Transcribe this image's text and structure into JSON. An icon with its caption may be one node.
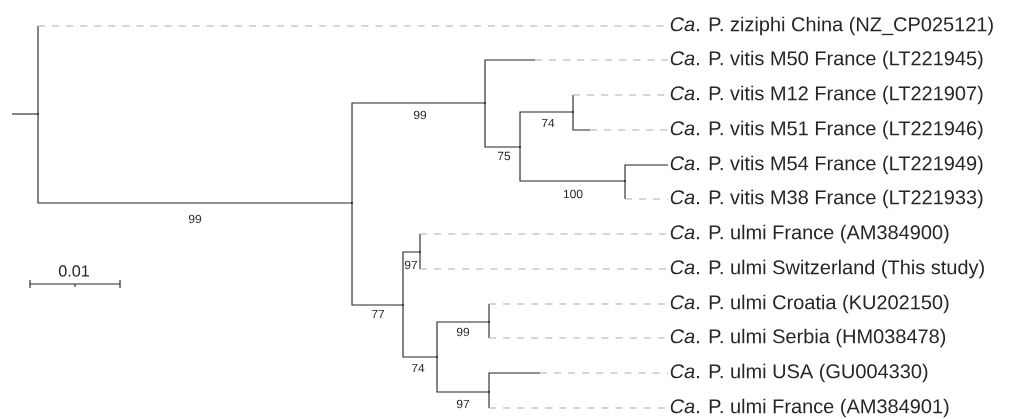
{
  "diagram": {
    "nodes": [
      {
        "text": [
          "*Ca*. P. ziziphi China (NZ_CP025121)"
        ]
      },
      {
        "text": [
          "*Ca*. P. vitis M50 France (LT221945)"
        ]
      },
      {
        "text": [
          "*Ca*. P. vitis M12 France (LT221907)"
        ]
      },
      {
        "text": [
          "*Ca*. P. vitis M51 France (LT221946)"
        ]
      },
      {
        "text": [
          "*Ca*. P. vitis M54 France (LT221949)"
        ]
      },
      {
        "text": [
          "*Ca*. P. vitis M38 France (LT221933)"
        ]
      },
      {
        "text": [
          "*Ca*. P. ulmi France (AM384900)"
        ]
      },
      {
        "text": [
          "*Ca*. P. ulmi Switzerland (This study)"
        ]
      },
      {
        "text": [
          "*Ca*. P. ulmi Croatia (KU202150)"
        ]
      },
      {
        "text": [
          "*Ca*. P. ulmi Serbia (HM038478)"
        ]
      },
      {
        "text": [
          "*Ca*. P. ulmi USA (GU004330)"
        ]
      },
      {
        "text": [
          "*Ca*. P. ulmi France (AM384901)"
        ]
      },
      {
        "text": [],
        "shape": "point"
      },
      {
        "text": [],
        "shape": "point"
      },
      {
        "text": [],
        "shape": "point"
      },
      {
        "text": [],
        "shape": "point",
        "beside": [
          "75"
        ]
      },
      {
        "text": [],
        "shape": "point",
        "beside": [
          "74"
        ]
      },
      {
        "text": [],
        "shape": "point",
        "beside": [
          "100"
        ]
      },
      {
        "text": [],
        "shape": "point",
        "beside": [
          "77"
        ]
      },
      {
        "text": [],
        "shape": "point",
        "beside": [
          "97"
        ]
      },
      {
        "text": [],
        "shape": "point",
        "beside": [
          "74"
        ]
      },
      {
        "text": [],
        "shape": "point",
        "beside": [
          "99"
        ]
      },
      {
        "text": [],
        "shape": "point",
        "beside": [
          "97"
        ]
      }
    ],
    "edges": [
      {
        "from": null,
        "to": 12,
        "arrow": "none"
      },
      {
        "from": 12,
        "to": 0,
        "arrow": "none",
        "style": "dashed",
        "color": "#aaaaaa"
      },
      {
        "from": 12,
        "to": 13,
        "arrow": "none"
      },
      {
        "from": 13,
        "to": 14,
        "arrow": "none"
      },
      {
        "from": 13,
        "to": 18,
        "arrow": "none"
      },
      {
        "from": 14,
        "to": 1,
        "arrow": "none",
        "style": "dashed",
        "color": "#aaaaaa"
      },
      {
        "from": 14,
        "to": 15,
        "arrow": "none"
      },
      {
        "from": 15,
        "to": 16,
        "arrow": "none"
      },
      {
        "from": 15,
        "to": 17,
        "arrow": "none"
      },
      {
        "from": 16,
        "to": 2,
        "arrow": "none",
        "style": "dashed",
        "color": "#aaaaaa"
      },
      {
        "from": 16,
        "to": 3,
        "arrow": "none",
        "style": "dashed",
        "color": "#aaaaaa"
      },
      {
        "from": 17,
        "to": 4,
        "arrow": "none"
      },
      {
        "from": 17,
        "to": 5,
        "arrow": "none",
        "style": "dashed",
        "color": "#aaaaaa"
      },
      {
        "from": 18,
        "to": 19,
        "arrow": "none"
      },
      {
        "from": 18,
        "to": 20,
        "arrow": "none"
      },
      {
        "from": 19,
        "to": 6,
        "arrow": "none",
        "style": "dashed",
        "color": "#aaaaaa"
      },
      {
        "from": 19,
        "to": 7,
        "arrow": "none",
        "style": "dashed",
        "color": "#aaaaaa"
      },
      {
        "from": 20,
        "to": 21,
        "arrow": "none"
      },
      {
        "from": 20,
        "to": 22,
        "arrow": "none"
      },
      {
        "from": 21,
        "to": 8,
        "arrow": "none",
        "style": "dashed",
        "color": "#aaaaaa"
      },
      {
        "from": 21,
        "to": 9,
        "arrow": "none",
        "style": "dashed",
        "color": "#aaaaaa"
      },
      {
        "from": 22,
        "to": 10,
        "arrow": "none",
        "style": "dashed",
        "color": "#aaaaaa"
      },
      {
        "from": 22,
        "to": 11,
        "arrow": "none",
        "style": "dashed",
        "color": "#aaaaaa"
      }
    ],
    "labels": [
      "99",
      "99",
      "0.01"
    ]
  }
}
